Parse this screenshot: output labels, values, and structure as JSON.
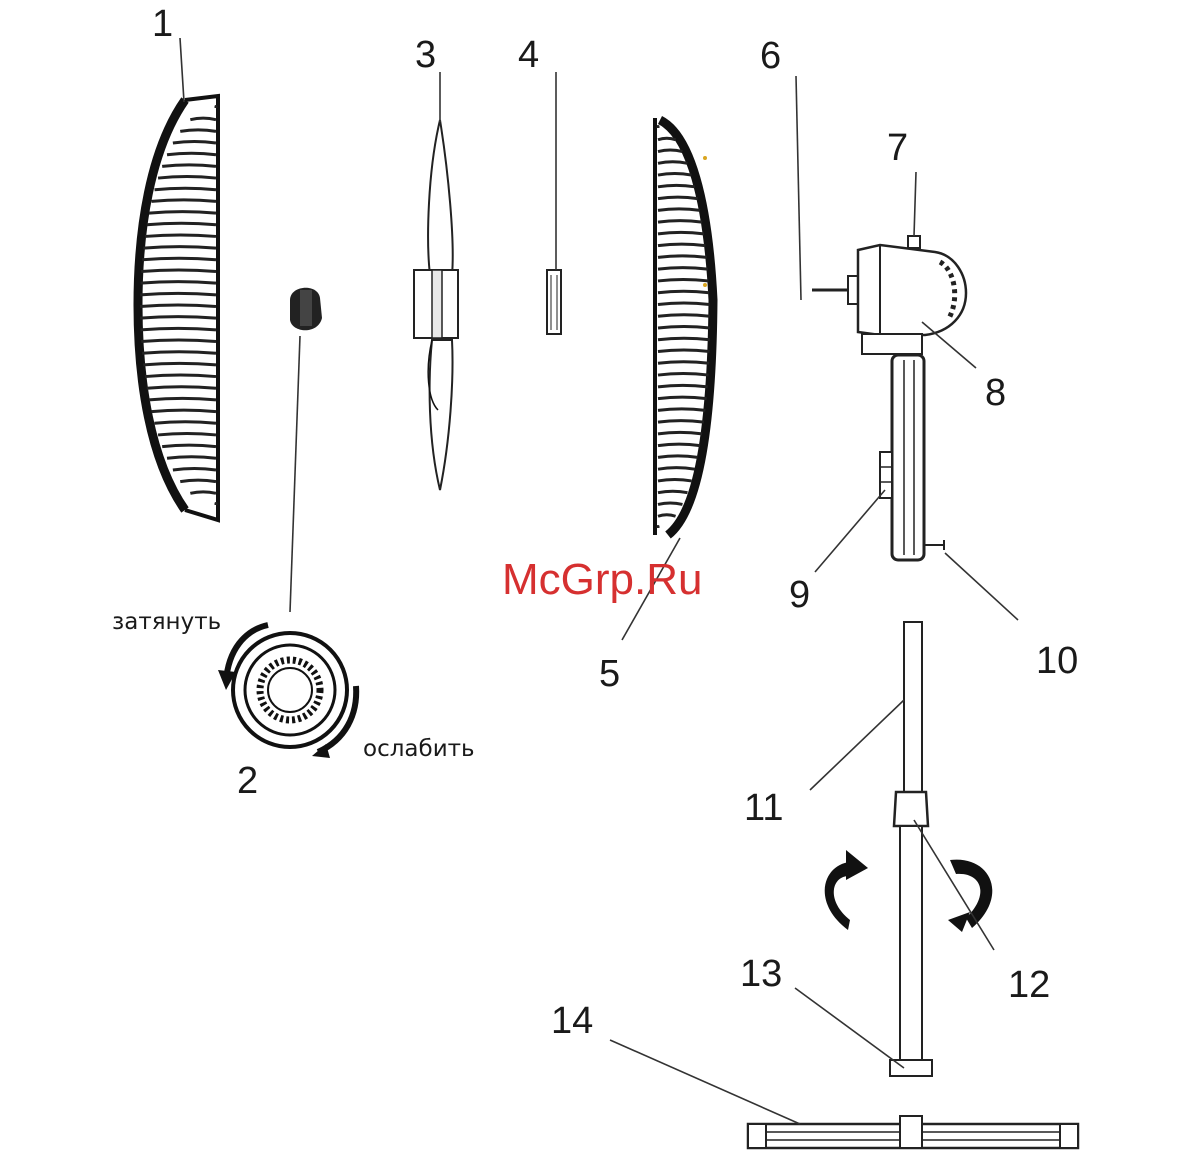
{
  "labels": {
    "l1": "1",
    "l2": "2",
    "l3": "3",
    "l4": "4",
    "l5": "5",
    "l6": "6",
    "l7": "7",
    "l8": "8",
    "l9": "9",
    "l10": "10",
    "l11": "11",
    "l12": "12",
    "l13": "13",
    "l14": "14"
  },
  "captions": {
    "tighten": "затянуть",
    "loosen": "ослабить"
  },
  "watermark": "McGrp.Ru",
  "colors": {
    "ink": "#111111",
    "watermark": "#d63030",
    "background": "#ffffff"
  }
}
